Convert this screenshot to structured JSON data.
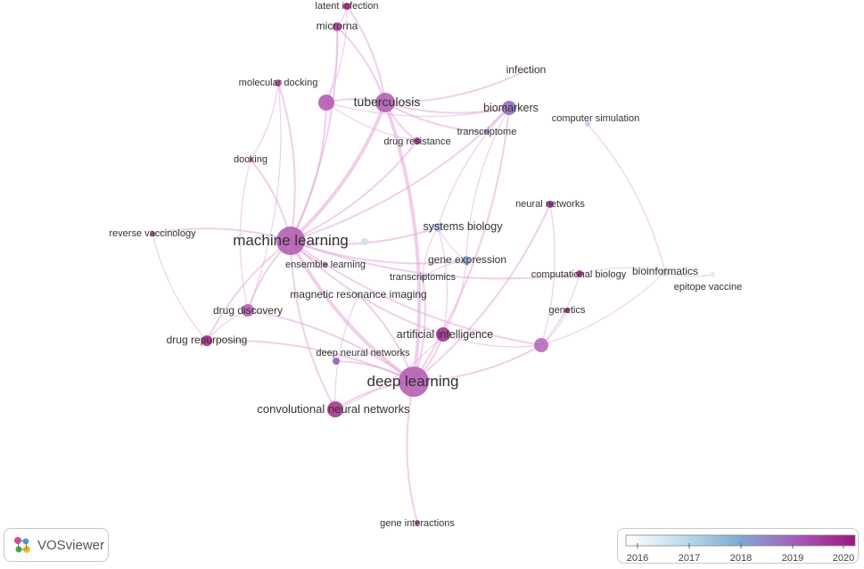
{
  "logo": {
    "label": "VOSviewer"
  },
  "legend": {
    "ticks": [
      "2016",
      "2017",
      "2018",
      "2019",
      "2020"
    ],
    "gradient": [
      "#ffffff",
      "#bcdcec",
      "#7fa9d3",
      "#a65ab8",
      "#9c157f"
    ]
  },
  "nodes": [
    {
      "id": "latent_infection",
      "label": "latent infection",
      "color": "#b41f95"
    },
    {
      "id": "microrna",
      "label": "microrna",
      "color": "#b73c9e"
    },
    {
      "id": "molecular_docking",
      "label": "molecular docking",
      "color": "#bb5aa8"
    },
    {
      "id": "unlabeled_a",
      "label": "",
      "color": "#b45db2"
    },
    {
      "id": "tuberculosis",
      "label": "tuberculosis",
      "color": "#b262b4"
    },
    {
      "id": "biomarkers",
      "label": "biomarkers",
      "color": "#8f6fc0"
    },
    {
      "id": "infection",
      "label": "infection",
      "color": "#e5e5ef"
    },
    {
      "id": "computer_simulation",
      "label": "computer simulation",
      "color": "#b9d3ea"
    },
    {
      "id": "transcriptome",
      "label": "transcriptome",
      "color": "#9a78c3"
    },
    {
      "id": "drug_resistance",
      "label": "drug resistance",
      "color": "#a3368f"
    },
    {
      "id": "docking",
      "label": "docking",
      "color": "#c986c2"
    },
    {
      "id": "neural_networks",
      "label": "neural networks",
      "color": "#a22a8d"
    },
    {
      "id": "reverse_vaccinology",
      "label": "reverse vaccinology",
      "color": "#a44d9f"
    },
    {
      "id": "machine_learning",
      "label": "machine learning",
      "color": "#b45fb1"
    },
    {
      "id": "unlabeled_b",
      "label": "",
      "color": "#cfe2ee"
    },
    {
      "id": "systems_biology",
      "label": "systems biology",
      "color": "#b0cbe8"
    },
    {
      "id": "gene_expression",
      "label": "gene expression",
      "color": "#8fb3de"
    },
    {
      "id": "ensemble_learning",
      "label": "ensemble learning",
      "color": "#c17bbd"
    },
    {
      "id": "transcriptomics",
      "label": "transcriptomics",
      "color": "#9db9df"
    },
    {
      "id": "computational_biology",
      "label": "computational biology",
      "color": "#a3338d"
    },
    {
      "id": "bioinformatics",
      "label": "bioinformatics",
      "color": "#dddde6"
    },
    {
      "id": "epitope_vaccine",
      "label": "epitope vaccine",
      "color": "#e9e9ee"
    },
    {
      "id": "magnetic_resonance_imaging",
      "label": "magnetic resonance imaging",
      "color": "#c9d9ec"
    },
    {
      "id": "drug_discovery",
      "label": "drug discovery",
      "color": "#b960b3"
    },
    {
      "id": "genetics",
      "label": "genetics",
      "color": "#a6308d"
    },
    {
      "id": "drug_repurposing",
      "label": "drug repurposing",
      "color": "#a8228a"
    },
    {
      "id": "artificial_intelligence",
      "label": "artificial intelligence",
      "color": "#a33393"
    },
    {
      "id": "unlabeled_c",
      "label": "",
      "color": "#b46dbb"
    },
    {
      "id": "deep_neural_networks",
      "label": "deep neural networks",
      "color": "#9a5ab5"
    },
    {
      "id": "deep_learning",
      "label": "deep learning",
      "color": "#b55fb3"
    },
    {
      "id": "convolutional_neural_networks",
      "label": "convolutional neural networks",
      "color": "#a7358f"
    },
    {
      "id": "gene_interactions",
      "label": "gene interactions",
      "color": "#b04aa5"
    }
  ],
  "links": [
    [
      "machine_learning",
      "deep_learning"
    ],
    [
      "machine_learning",
      "tuberculosis"
    ],
    [
      "machine_learning",
      "unlabeled_a"
    ],
    [
      "machine_learning",
      "drug_discovery"
    ],
    [
      "machine_learning",
      "drug_repurposing"
    ],
    [
      "machine_learning",
      "artificial_intelligence"
    ],
    [
      "machine_learning",
      "convolutional_neural_networks"
    ],
    [
      "machine_learning",
      "biomarkers"
    ],
    [
      "machine_learning",
      "microrna"
    ],
    [
      "machine_learning",
      "docking"
    ],
    [
      "machine_learning",
      "reverse_vaccinology"
    ],
    [
      "machine_learning",
      "ensemble_learning"
    ],
    [
      "machine_learning",
      "molecular_docking"
    ],
    [
      "machine_learning",
      "drug_resistance"
    ],
    [
      "machine_learning",
      "unlabeled_c"
    ],
    [
      "machine_learning",
      "systems_biology"
    ],
    [
      "machine_learning",
      "gene_expression"
    ],
    [
      "machine_learning",
      "computational_biology"
    ],
    [
      "deep_learning",
      "artificial_intelligence"
    ],
    [
      "deep_learning",
      "convolutional_neural_networks"
    ],
    [
      "deep_learning",
      "unlabeled_c"
    ],
    [
      "deep_learning",
      "gene_interactions"
    ],
    [
      "deep_learning",
      "drug_discovery"
    ],
    [
      "deep_learning",
      "neural_networks"
    ],
    [
      "deep_learning",
      "deep_neural_networks"
    ],
    [
      "deep_learning",
      "magnetic_resonance_imaging"
    ],
    [
      "deep_learning",
      "tuberculosis"
    ],
    [
      "deep_learning",
      "drug_repurposing"
    ],
    [
      "deep_learning",
      "biomarkers"
    ],
    [
      "deep_learning",
      "transcriptomics"
    ],
    [
      "tuberculosis",
      "biomarkers"
    ],
    [
      "tuberculosis",
      "unlabeled_a"
    ],
    [
      "tuberculosis",
      "microrna"
    ],
    [
      "tuberculosis",
      "drug_resistance"
    ],
    [
      "tuberculosis",
      "latent_infection"
    ],
    [
      "tuberculosis",
      "transcriptome"
    ],
    [
      "tuberculosis",
      "infection"
    ],
    [
      "unlabeled_a",
      "biomarkers"
    ],
    [
      "unlabeled_a",
      "microrna"
    ],
    [
      "unlabeled_a",
      "latent_infection"
    ],
    [
      "unlabeled_a",
      "drug_resistance"
    ],
    [
      "biomarkers",
      "transcriptome"
    ],
    [
      "biomarkers",
      "systems_biology"
    ],
    [
      "biomarkers",
      "gene_expression"
    ],
    [
      "microrna",
      "latent_infection"
    ],
    [
      "drug_discovery",
      "drug_repurposing"
    ],
    [
      "drug_discovery",
      "molecular_docking"
    ],
    [
      "artificial_intelligence",
      "unlabeled_c"
    ],
    [
      "artificial_intelligence",
      "systems_biology"
    ],
    [
      "artificial_intelligence",
      "gene_expression"
    ],
    [
      "unlabeled_c",
      "computational_biology"
    ],
    [
      "unlabeled_c",
      "neural_networks"
    ],
    [
      "unlabeled_c",
      "genetics"
    ],
    [
      "unlabeled_c",
      "bioinformatics"
    ],
    [
      "convolutional_neural_networks",
      "artificial_intelligence"
    ],
    [
      "docking",
      "molecular_docking"
    ],
    [
      "docking",
      "drug_discovery"
    ],
    [
      "bioinformatics",
      "epitope_vaccine"
    ],
    [
      "bioinformatics",
      "computational_biology"
    ],
    [
      "bioinformatics",
      "computer_simulation"
    ],
    [
      "systems_biology",
      "gene_expression"
    ],
    [
      "systems_biology",
      "transcriptomics"
    ],
    [
      "gene_expression",
      "transcriptomics"
    ],
    [
      "magnetic_resonance_imaging",
      "convolutional_neural_networks"
    ],
    [
      "reverse_vaccinology",
      "drug_repurposing"
    ]
  ]
}
